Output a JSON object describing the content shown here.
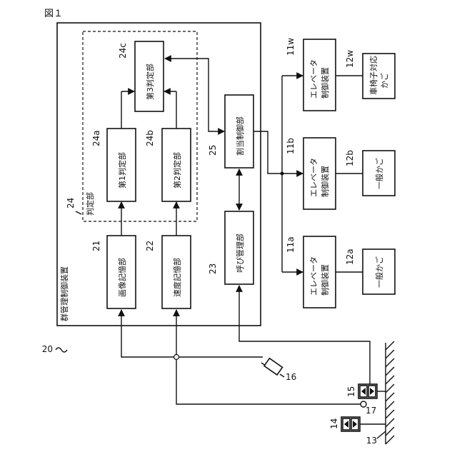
{
  "figure": {
    "title": "図１"
  },
  "group_control": {
    "label": "群管理制御装置",
    "ref": "20"
  },
  "judgment": {
    "label": "判定部",
    "ref": "24"
  },
  "blocks": {
    "image_storage": {
      "label": "画像記憶部",
      "ref": "21"
    },
    "speed_storage": {
      "label": "速度記憶部",
      "ref": "22"
    },
    "call_management": {
      "label": "呼び管理部",
      "ref": "23"
    },
    "judge1": {
      "label": "第1判定部",
      "ref": "24a"
    },
    "judge2": {
      "label": "第2判定部",
      "ref": "24b"
    },
    "judge3": {
      "label": "第3判定部",
      "ref": "24c"
    },
    "allocation": {
      "label": "割当制御部",
      "ref": "25"
    }
  },
  "elevators": [
    {
      "controller_lines": [
        "エレベータ",
        "制御装置"
      ],
      "controller_ref": "11w",
      "car_lines": [
        "車椅子対応",
        "かご"
      ],
      "car_ref": "12w"
    },
    {
      "controller_lines": [
        "エレベータ",
        "制御装置"
      ],
      "controller_ref": "11b",
      "car_lines": [
        "一般かご"
      ],
      "car_ref": "12b"
    },
    {
      "controller_lines": [
        "エレベータ",
        "制御装置"
      ],
      "controller_ref": "11a",
      "car_lines": [
        "一般かご"
      ],
      "car_ref": "12a"
    }
  ],
  "hall": {
    "camera_ref": "16",
    "sensor_ref": "17",
    "button_a_ref": "15",
    "button_b_ref": "14",
    "floor_ref": "13"
  }
}
